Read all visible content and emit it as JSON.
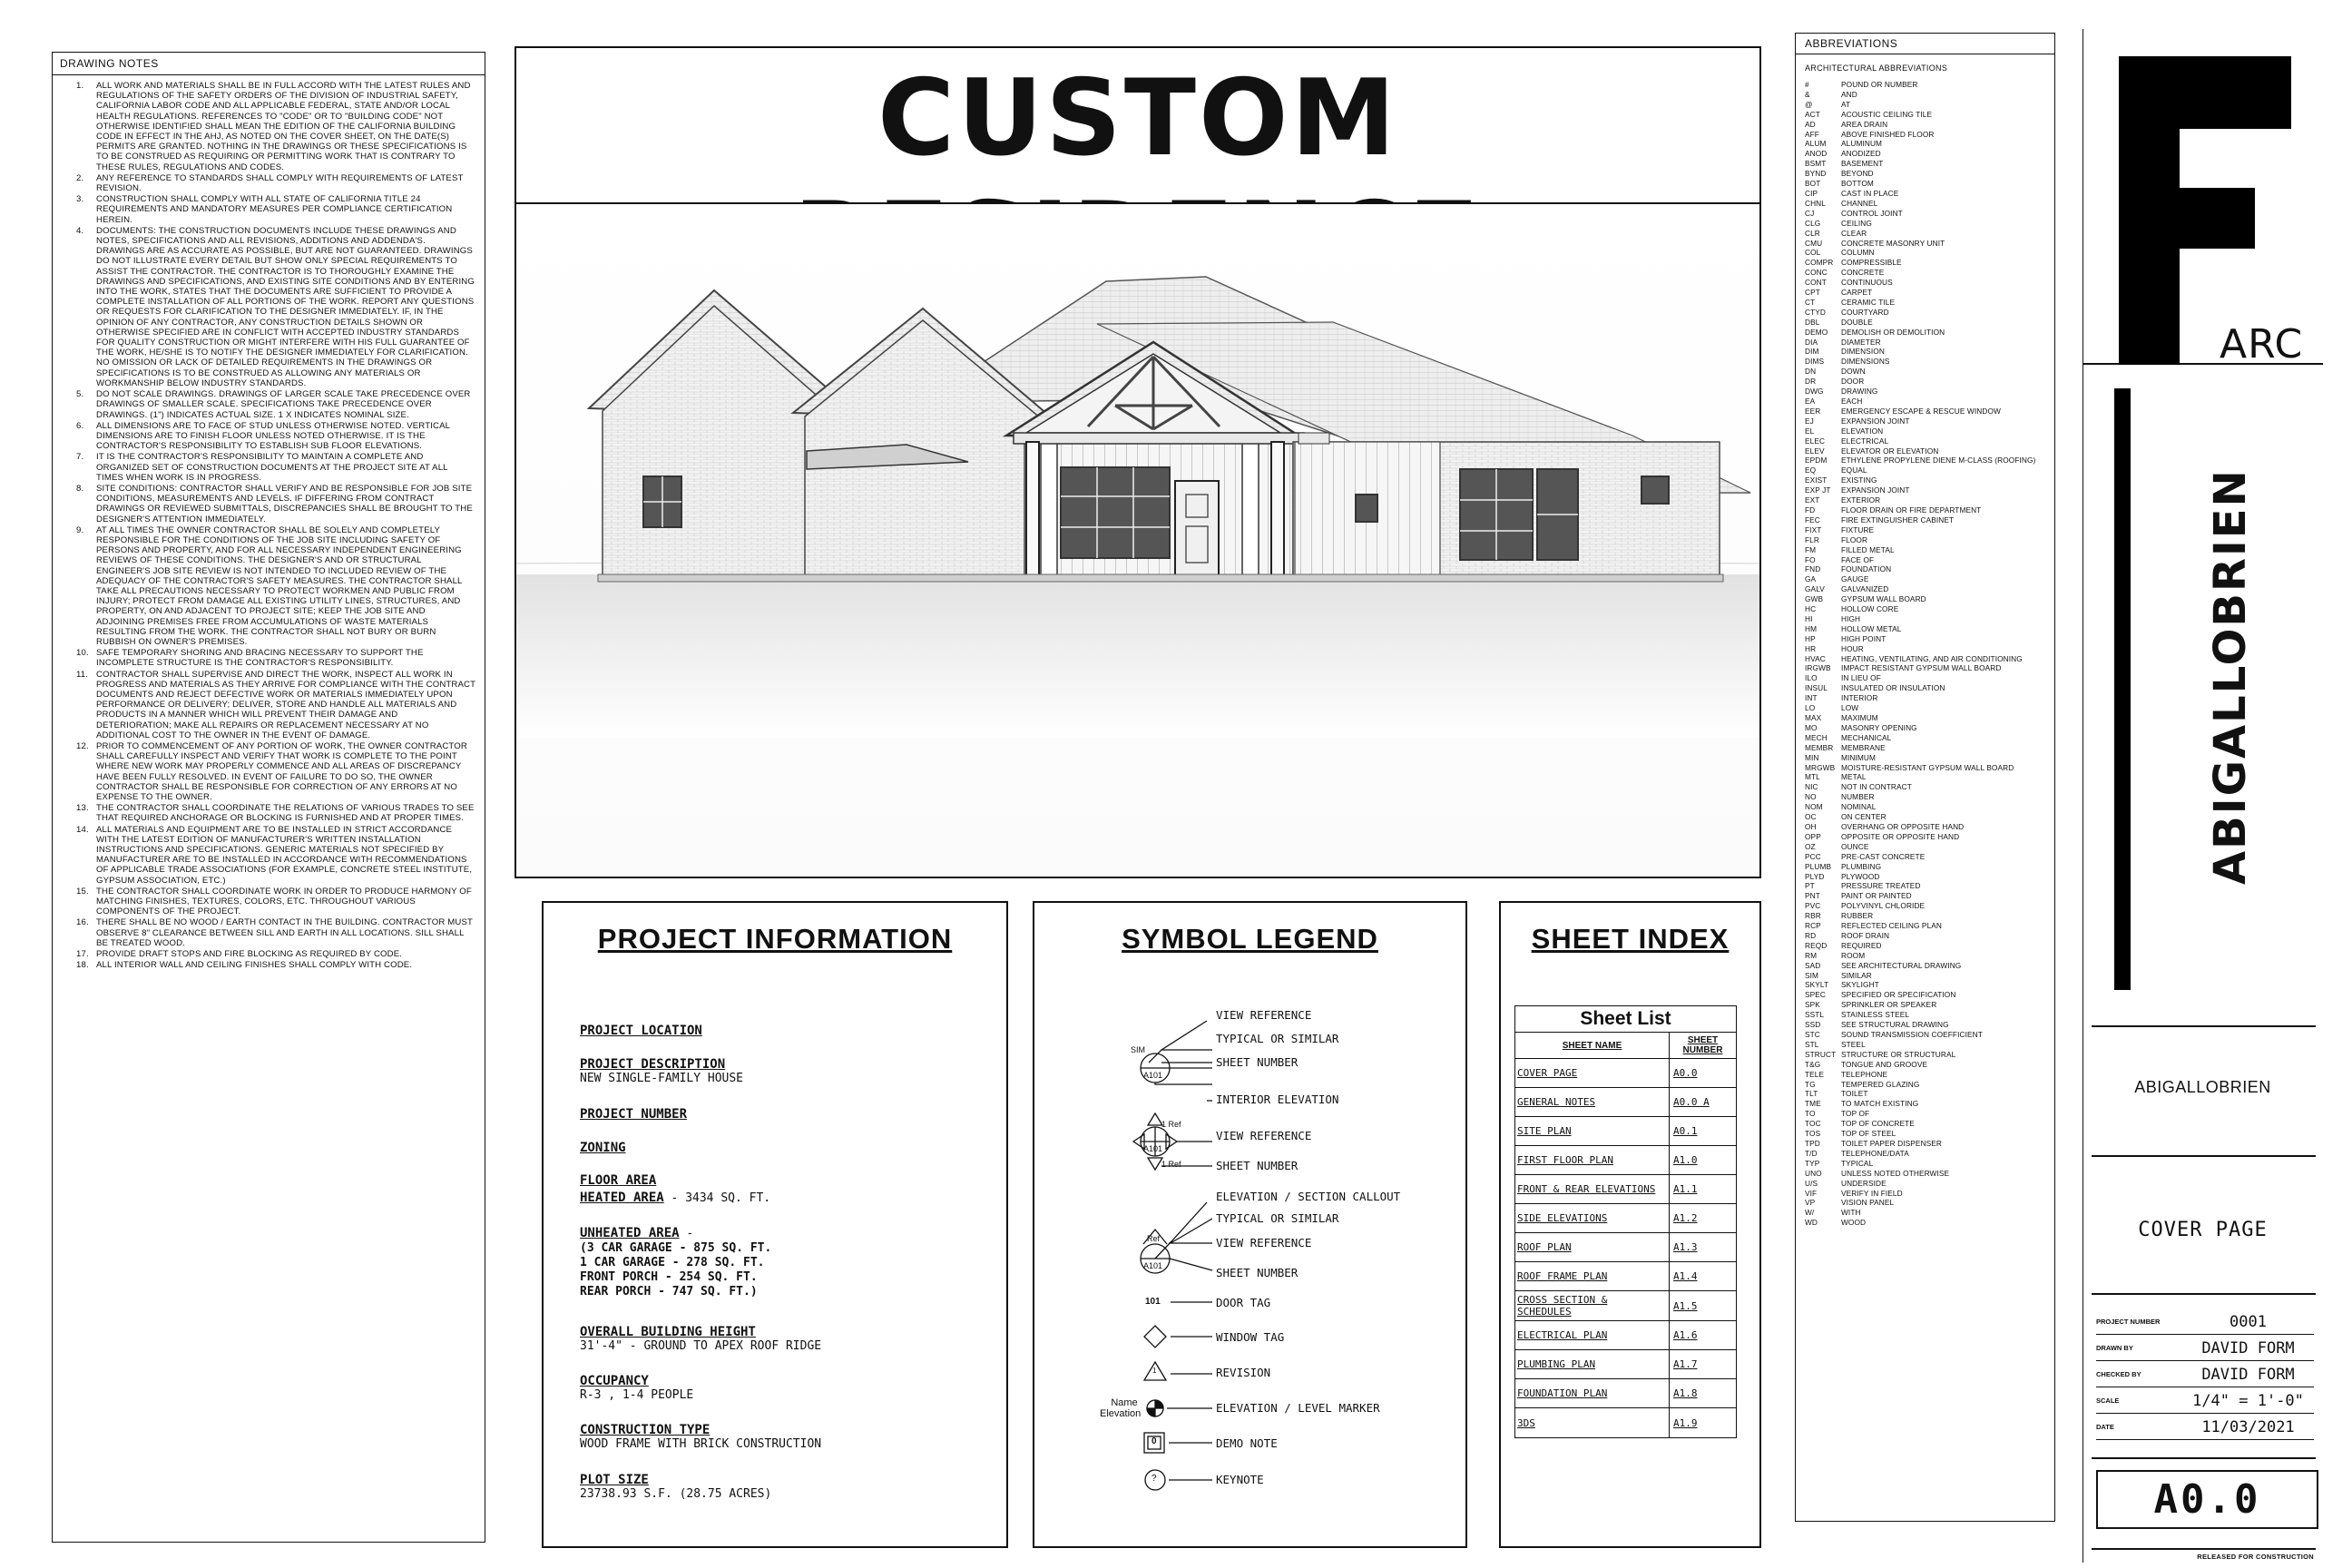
{
  "drawing_notes": {
    "header": "DRAWING NOTES",
    "items": [
      {
        "n": "1.",
        "t": "All work and materials shall be in full accord with the latest rules and regulations of the safety orders of the division of industrial safety, California Labor Code and all applicable federal, state and/or local health regulations. References to \"code\" or to \"building code\" not otherwise identified shall mean the edition of the California Building Code in effect in the AHJ, as noted on the cover sheet, on the date(s) permits are granted. Nothing in the drawings or these specifications is to be construed as requiring or permitting work that is contrary to these rules, regulations and codes."
      },
      {
        "n": "2.",
        "t": "Any reference to standards shall comply with requirements of latest revision."
      },
      {
        "n": "3.",
        "t": "Construction shall comply with all state of California Title 24 requirements and mandatory measures per compliance certification herein."
      },
      {
        "n": "4.",
        "t": "Documents: the construction documents include these drawings and notes, specifications and all revisions, additions and addenda's. Drawings are as accurate as possible, but are not guaranteed. Drawings do not illustrate every detail but show only special requirements to assist the contractor. The contractor is to thoroughly examine the drawings and specifications, and existing site conditions and by entering into the work, states that the documents are sufficient to provide a complete installation of all portions of the work. Report any questions or requests for clarification to the designer immediately. If, in the opinion of any contractor, any construction details shown or otherwise specified are in conflict with accepted industry standards for quality construction or might interfere with his full guarantee of the work, he/she is to notify the designer immediately for clarification. No omission or lack of detailed requirements in the drawings or specifications is to be construed as allowing any materials or workmanship below industry standards."
      },
      {
        "n": "5.",
        "t": "Do not scale drawings. Drawings of larger scale take precedence over drawings of smaller scale. Specifications take precedence over drawings. (1\") indicates actual size. 1 X indicates nominal size."
      },
      {
        "n": "6.",
        "t": "All dimensions are to face of stud unless otherwise noted. Vertical dimensions are to finish floor unless noted otherwise. It is the contractor's responsibility to establish sub floor elevations."
      },
      {
        "n": "7.",
        "t": "It is the contractor's responsibility to maintain a complete and organized set of construction documents at the project site at all times when work is in progress."
      },
      {
        "n": "8.",
        "t": "Site conditions: contractor shall verify and be responsible for job site conditions, measurements and levels. If differing from contract drawings or reviewed submittals, discrepancies shall be brought to the designer's attention immediately."
      },
      {
        "n": "9.",
        "t": "At all times the owner contractor shall be solely and completely responsible for the conditions of the job site including safety of persons and property, and for all necessary independent engineering reviews of these conditions. The designer's and or structural engineer's job site review is not intended to included review of the adequacy of the contractor's safety measures. The contractor shall take all precautions necessary to protect workmen and public from injury; protect from damage all existing utility lines, structures, and property, on and adjacent to project site; keep the job site and adjoining premises free from accumulations of waste materials resulting from the work. The contractor shall not bury or burn rubbish on owner's premises."
      },
      {
        "n": "10.",
        "t": "Safe temporary shoring and bracing necessary to support the incomplete structure is the contractor's responsibility."
      },
      {
        "n": "11.",
        "t": "Contractor shall supervise and direct the work, inspect all work in progress and materials as they arrive for compliance with the contract documents and reject defective work or materials immediately upon performance or delivery; deliver, store and handle all materials and products in a manner which will prevent their damage and deterioration; make all repairs or replacement necessary at no additional cost to the owner in the event of damage."
      },
      {
        "n": "12.",
        "t": "Prior to commencement of any portion of work, the owner contractor shall carefully inspect and verify that work is complete to the point where new work may properly commence and all areas of discrepancy have been fully resolved. In event of failure to do so, the owner contractor shall be responsible for correction of any errors at no expense to the owner."
      },
      {
        "n": "13.",
        "t": "The contractor shall coordinate the relations of various trades to see that required anchorage or blocking is furnished and at proper times."
      },
      {
        "n": "14.",
        "t": "All materials and equipment are to be installed in strict accordance with the latest edition of manufacturer's written installation instructions and specifications. Generic materials not specified by manufacturer are to be installed in accordance with recommendations of applicable trade associations (for example, concrete steel institute, gypsum association, etc.)"
      },
      {
        "n": "15.",
        "t": "The contractor shall coordinate work in order to produce harmony of matching finishes, textures, colors, etc. throughout various components of the project."
      },
      {
        "n": "16.",
        "t": "There shall be no wood / earth contact in the building. Contractor must observe 8\" clearance between sill and earth in all locations. Sill shall be treated wood."
      },
      {
        "n": "17.",
        "t": "Provide draft stops and fire blocking as required by code."
      },
      {
        "n": "18.",
        "t": "All interior wall and ceiling finishes shall comply with code."
      }
    ]
  },
  "title": "CUSTOM RESIDENCE",
  "project_info": {
    "heading": "PROJECT INFORMATION",
    "location_h": "PROJECT LOCATION",
    "description_h": "PROJECT DESCRIPTION",
    "description_v": "NEW SINGLE-FAMILY HOUSE",
    "number_h": "PROJECT NUMBER",
    "zoning_h": "ZONING",
    "floor_area_h": "FLOOR AREA",
    "heated_area_h": "HEATED AREA",
    "heated_area_v": " - 3434 SQ. FT.",
    "unheated_h": "UNHEATED AREA",
    "unheated_lines": [
      " -",
      "(3 CAR GARAGE - 875 SQ. FT.",
      "1 CAR GARAGE - 278 SQ. FT.",
      "FRONT PORCH - 254 SQ. FT.",
      "REAR PORCH - 747 SQ. FT.)"
    ],
    "height_h": "OVERALL BUILDING HEIGHT",
    "height_v": "31'-4\" - GROUND TO APEX ROOF RIDGE",
    "occupancy_h": "OCCUPANCY",
    "occupancy_v": "R-3 , 1-4 PEOPLE",
    "construction_h": "CONSTRUCTION TYPE",
    "construction_v": "WOOD FRAME WITH BRICK CONSTRUCTION",
    "plot_h": "PLOT SIZE",
    "plot_v": "23738.93 S.F. (28.75 ACRES)"
  },
  "symbol_legend": {
    "heading": "SYMBOL LEGEND",
    "labels": [
      "VIEW REFERENCE",
      "TYPICAL OR SIMILAR",
      "SHEET NUMBER",
      "INTERIOR ELEVATION",
      "VIEW REFERENCE",
      "SHEET NUMBER",
      "ELEVATION / SECTION CALLOUT",
      "TYPICAL OR SIMILAR",
      "VIEW REFERENCE",
      "SHEET NUMBER",
      "DOOR TAG",
      "WINDOW TAG",
      "REVISION",
      "ELEVATION / LEVEL MARKER",
      "DEMO NOTE",
      "KEYNOTE"
    ],
    "sim": "SIM",
    "a101": "A101",
    "ref1": "1 Ref",
    "ref": "Ref",
    "door_num": "101",
    "demo_num": "0",
    "keynote": "?",
    "rev": "1",
    "name_elev": [
      "Name",
      "Elevation"
    ]
  },
  "sheet_index": {
    "heading": "SHEET INDEX",
    "table_title": "Sheet List",
    "col_name": "SHEET NAME",
    "col_number": "SHEET NUMBER",
    "rows": [
      {
        "name": "COVER PAGE",
        "num": "A0.0"
      },
      {
        "name": "GENERAL NOTES",
        "num": "A0.0 A"
      },
      {
        "name": "SITE PLAN",
        "num": "A0.1"
      },
      {
        "name": "FIRST FLOOR PLAN",
        "num": "A1.0"
      },
      {
        "name": "FRONT & REAR ELEVATIONS",
        "num": "A1.1"
      },
      {
        "name": "SIDE ELEVATIONS",
        "num": "A1.2"
      },
      {
        "name": "ROOF PLAN",
        "num": "A1.3"
      },
      {
        "name": "ROOF FRAME PLAN",
        "num": "A1.4"
      },
      {
        "name": "CROSS SECTION & SCHEDULES",
        "num": "A1.5"
      },
      {
        "name": "ELECTRICAL PLAN",
        "num": "A1.6"
      },
      {
        "name": "PLUMBING PLAN",
        "num": "A1.7"
      },
      {
        "name": "FOUNDATION PLAN",
        "num": "A1.8"
      },
      {
        "name": "3DS",
        "num": "A1.9"
      }
    ]
  },
  "abbreviations": {
    "header": "ABBREVIATIONS",
    "subheader": "ARCHITECTURAL ABBREVIATIONS",
    "items": [
      [
        "#",
        "POUND OR NUMBER"
      ],
      [
        "&",
        "AND"
      ],
      [
        "@",
        "AT"
      ],
      [
        "ACT",
        "ACOUSTIC CEILING TILE"
      ],
      [
        "AD",
        "AREA DRAIN"
      ],
      [
        "AFF",
        "ABOVE FINISHED FLOOR"
      ],
      [
        "ALUM",
        "ALUMINUM"
      ],
      [
        "ANOD",
        "ANODIZED"
      ],
      [
        "BSMT",
        "BASEMENT"
      ],
      [
        "BYND",
        "BEYOND"
      ],
      [
        "BOT",
        "BOTTOM"
      ],
      [
        "CIP",
        "CAST IN PLACE"
      ],
      [
        "CHNL",
        "CHANNEL"
      ],
      [
        "CJ",
        "CONTROL JOINT"
      ],
      [
        "CLG",
        "CEILING"
      ],
      [
        "CLR",
        "CLEAR"
      ],
      [
        "CMU",
        "CONCRETE MASONRY UNIT"
      ],
      [
        "COL",
        "COLUMN"
      ],
      [
        "COMPR",
        "COMPRESSIBLE"
      ],
      [
        "CONC",
        "CONCRETE"
      ],
      [
        "CONT",
        "CONTINUOUS"
      ],
      [
        "CPT",
        "CARPET"
      ],
      [
        "CT",
        "CERAMIC TILE"
      ],
      [
        "CTYD",
        "COURTYARD"
      ],
      [
        "DBL",
        "DOUBLE"
      ],
      [
        "DEMO",
        "DEMOLISH OR DEMOLITION"
      ],
      [
        "DIA",
        "DIAMETER"
      ],
      [
        "DIM",
        "DIMENSION"
      ],
      [
        "DIMS",
        "DIMENSIONS"
      ],
      [
        "DN",
        "DOWN"
      ],
      [
        "DR",
        "DOOR"
      ],
      [
        "DWG",
        "DRAWING"
      ],
      [
        "EA",
        "EACH"
      ],
      [
        "EER",
        "EMERGENCY ESCAPE & RESCUE WINDOW"
      ],
      [
        "EJ",
        "EXPANSION JOINT"
      ],
      [
        "EL",
        "ELEVATION"
      ],
      [
        "ELEC",
        "ELECTRICAL"
      ],
      [
        "ELEV",
        "ELEVATOR OR ELEVATION"
      ],
      [
        "EPDM",
        "ETHYLENE PROPYLENE DIENE M-CLASS (ROOFING)"
      ],
      [
        "EQ",
        "EQUAL"
      ],
      [
        "EXIST",
        "EXISTING"
      ],
      [
        "EXP JT",
        "EXPANSION JOINT"
      ],
      [
        "EXT",
        "EXTERIOR"
      ],
      [
        "FD",
        "FLOOR DRAIN OR FIRE DEPARTMENT"
      ],
      [
        "FEC",
        "FIRE EXTINGUISHER CABINET"
      ],
      [
        "FIXT",
        "FIXTURE"
      ],
      [
        "FLR",
        "FLOOR"
      ],
      [
        "FM",
        "FILLED METAL"
      ],
      [
        "FO",
        "FACE OF"
      ],
      [
        "FND",
        "FOUNDATION"
      ],
      [
        "GA",
        "GAUGE"
      ],
      [
        "GALV",
        "GALVANIZED"
      ],
      [
        "GWB",
        "GYPSUM WALL BOARD"
      ],
      [
        "HC",
        "HOLLOW CORE"
      ],
      [
        "HI",
        "HIGH"
      ],
      [
        "HM",
        "HOLLOW METAL"
      ],
      [
        "HP",
        "HIGH POINT"
      ],
      [
        "HR",
        "HOUR"
      ],
      [
        "HVAC",
        "HEATING, VENTILATING, AND AIR CONDITIONING"
      ],
      [
        "IRGWB",
        "IMPACT RESISTANT GYPSUM WALL BOARD"
      ],
      [
        "ILO",
        "IN LIEU OF"
      ],
      [
        "INSUL",
        "INSULATED OR INSULATION"
      ],
      [
        "INT",
        "INTERIOR"
      ],
      [
        "LO",
        "LOW"
      ],
      [
        "MAX",
        "MAXIMUM"
      ],
      [
        "MO",
        "MASONRY OPENING"
      ],
      [
        "MECH",
        "MECHANICAL"
      ],
      [
        "MEMBR",
        "MEMBRANE"
      ],
      [
        "MIN",
        "MINIMUM"
      ],
      [
        "MRGWB",
        "MOISTURE-RESISTANT GYPSUM WALL BOARD"
      ],
      [
        "MTL",
        "METAL"
      ],
      [
        "NIC",
        "NOT IN CONTRACT"
      ],
      [
        "NO",
        "NUMBER"
      ],
      [
        "NOM",
        "NOMINAL"
      ],
      [
        "OC",
        "ON CENTER"
      ],
      [
        "OH",
        "OVERHANG OR OPPOSITE HAND"
      ],
      [
        "OPP",
        "OPPOSITE OR OPPOSITE HAND"
      ],
      [
        "OZ",
        "OUNCE"
      ],
      [
        "PCC",
        "PRE-CAST CONCRETE"
      ],
      [
        "PLUMB",
        "PLUMBING"
      ],
      [
        "PLYD",
        "PLYWOOD"
      ],
      [
        "PT",
        "PRESSURE TREATED"
      ],
      [
        "PNT",
        "PAINT OR PAINTED"
      ],
      [
        "PVC",
        "POLYVINYL CHLORIDE"
      ],
      [
        "RBR",
        "RUBBER"
      ],
      [
        "RCP",
        "REFLECTED CEILING PLAN"
      ],
      [
        "RD",
        "ROOF DRAIN"
      ],
      [
        "REQD",
        "REQUIRED"
      ],
      [
        "RM",
        "ROOM"
      ],
      [
        "SAD",
        "SEE ARCHITECTURAL DRAWING"
      ],
      [
        "SIM",
        "SIMILAR"
      ],
      [
        "SKYLT",
        "SKYLIGHT"
      ],
      [
        "SPEC",
        "SPECIFIED OR SPECIFICATION"
      ],
      [
        "SPK",
        "SPRINKLER OR SPEAKER"
      ],
      [
        "SSTL",
        "STAINLESS STEEL"
      ],
      [
        "SSD",
        "SEE STRUCTURAL DRAWING"
      ],
      [
        "STC",
        "SOUND TRANSMISSION COEFFICIENT"
      ],
      [
        "STL",
        "STEEL"
      ],
      [
        "STRUCT",
        "STRUCTURE OR STRUCTURAL"
      ],
      [
        "T&G",
        "TONGUE AND GROOVE"
      ],
      [
        "TELE",
        "TELEPHONE"
      ],
      [
        "TG",
        "TEMPERED GLAZING"
      ],
      [
        "TLT",
        "TOILET"
      ],
      [
        "TME",
        "TO MATCH EXISTING"
      ],
      [
        "TO",
        "TOP OF"
      ],
      [
        "TOC",
        "TOP OF CONCRETE"
      ],
      [
        "TOS",
        "TOP OF STEEL"
      ],
      [
        "TPD",
        "TOILET PAPER DISPENSER"
      ],
      [
        "T/D",
        "TELEPHONE/DATA"
      ],
      [
        "TYP",
        "TYPICAL"
      ],
      [
        "UNO",
        "UNLESS NOTED OTHERWISE"
      ],
      [
        "U/S",
        "UNDERSIDE"
      ],
      [
        "VIF",
        "VERIFY IN FIELD"
      ],
      [
        "VP",
        "VISION PANEL"
      ],
      [
        "W/",
        "WITH"
      ],
      [
        "WD",
        "WOOD"
      ]
    ]
  },
  "title_block": {
    "logo_arc": "ARC",
    "vertical_name": "ABIGALLOBRIEN",
    "company": "ABIGALLOBRIEN",
    "sheet_title": "COVER PAGE",
    "project_number_label": "PROJECT NUMBER",
    "project_number": "0001",
    "drawn_by_label": "DRAWN BY",
    "drawn_by": "DAVID FORM",
    "checked_by_label": "CHECKED BY",
    "checked_by": "DAVID FORM",
    "scale_label": "SCALE",
    "scale": "1/4\" = 1'-0\"",
    "date_label": "DATE",
    "date": "11/03/2021",
    "sheet_number": "A0.0",
    "released": "RELEASED FOR CONSTRUCTION"
  }
}
